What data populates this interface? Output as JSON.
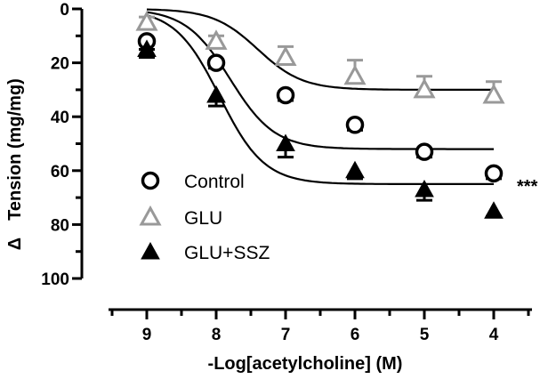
{
  "chart_data": {
    "type": "scatter",
    "xlabel": "-Log[acetylcholine] (M)",
    "ylabel": "Tension (mg/mg)",
    "ylabel_symbol": "Δ",
    "x_reversed": true,
    "y_reversed": true,
    "xlim": [
      9.5,
      3.7
    ],
    "ylim": [
      0,
      100
    ],
    "x_ticks": [
      "9",
      "8",
      "7",
      "6",
      "5",
      "4"
    ],
    "y_ticks": [
      "0",
      "20",
      "40",
      "60",
      "80",
      "100"
    ],
    "grid": false,
    "legend_position": "lower-left",
    "annotation": "***",
    "series": [
      {
        "name": "Control",
        "marker": "open-circle",
        "color": "#000000",
        "x": [
          9,
          8,
          7,
          6,
          5,
          4
        ],
        "y": [
          12,
          20,
          32,
          43,
          53,
          61
        ],
        "error": [
          3,
          2,
          2,
          2,
          2,
          2
        ],
        "fit": {
          "top": 0,
          "bottom": 52,
          "log_ec50": 7.8
        }
      },
      {
        "name": "GLU",
        "marker": "open-triangle",
        "color": "#999999",
        "x": [
          9,
          8,
          7,
          6,
          5,
          4
        ],
        "y": [
          5,
          12,
          18,
          25,
          30,
          32
        ],
        "error": [
          2,
          2,
          4,
          6,
          5,
          5
        ],
        "fit": {
          "top": 0,
          "bottom": 30,
          "log_ec50": 7.4
        }
      },
      {
        "name": "GLU+SSZ",
        "marker": "filled-triangle",
        "color": "#000000",
        "x": [
          9,
          8,
          7,
          6,
          5,
          4
        ],
        "y": [
          15,
          32,
          50,
          60,
          67,
          75
        ],
        "error": [
          3,
          4,
          5,
          3,
          4,
          2
        ],
        "fit": {
          "top": 0,
          "bottom": 65,
          "log_ec50": 7.95
        }
      }
    ]
  }
}
